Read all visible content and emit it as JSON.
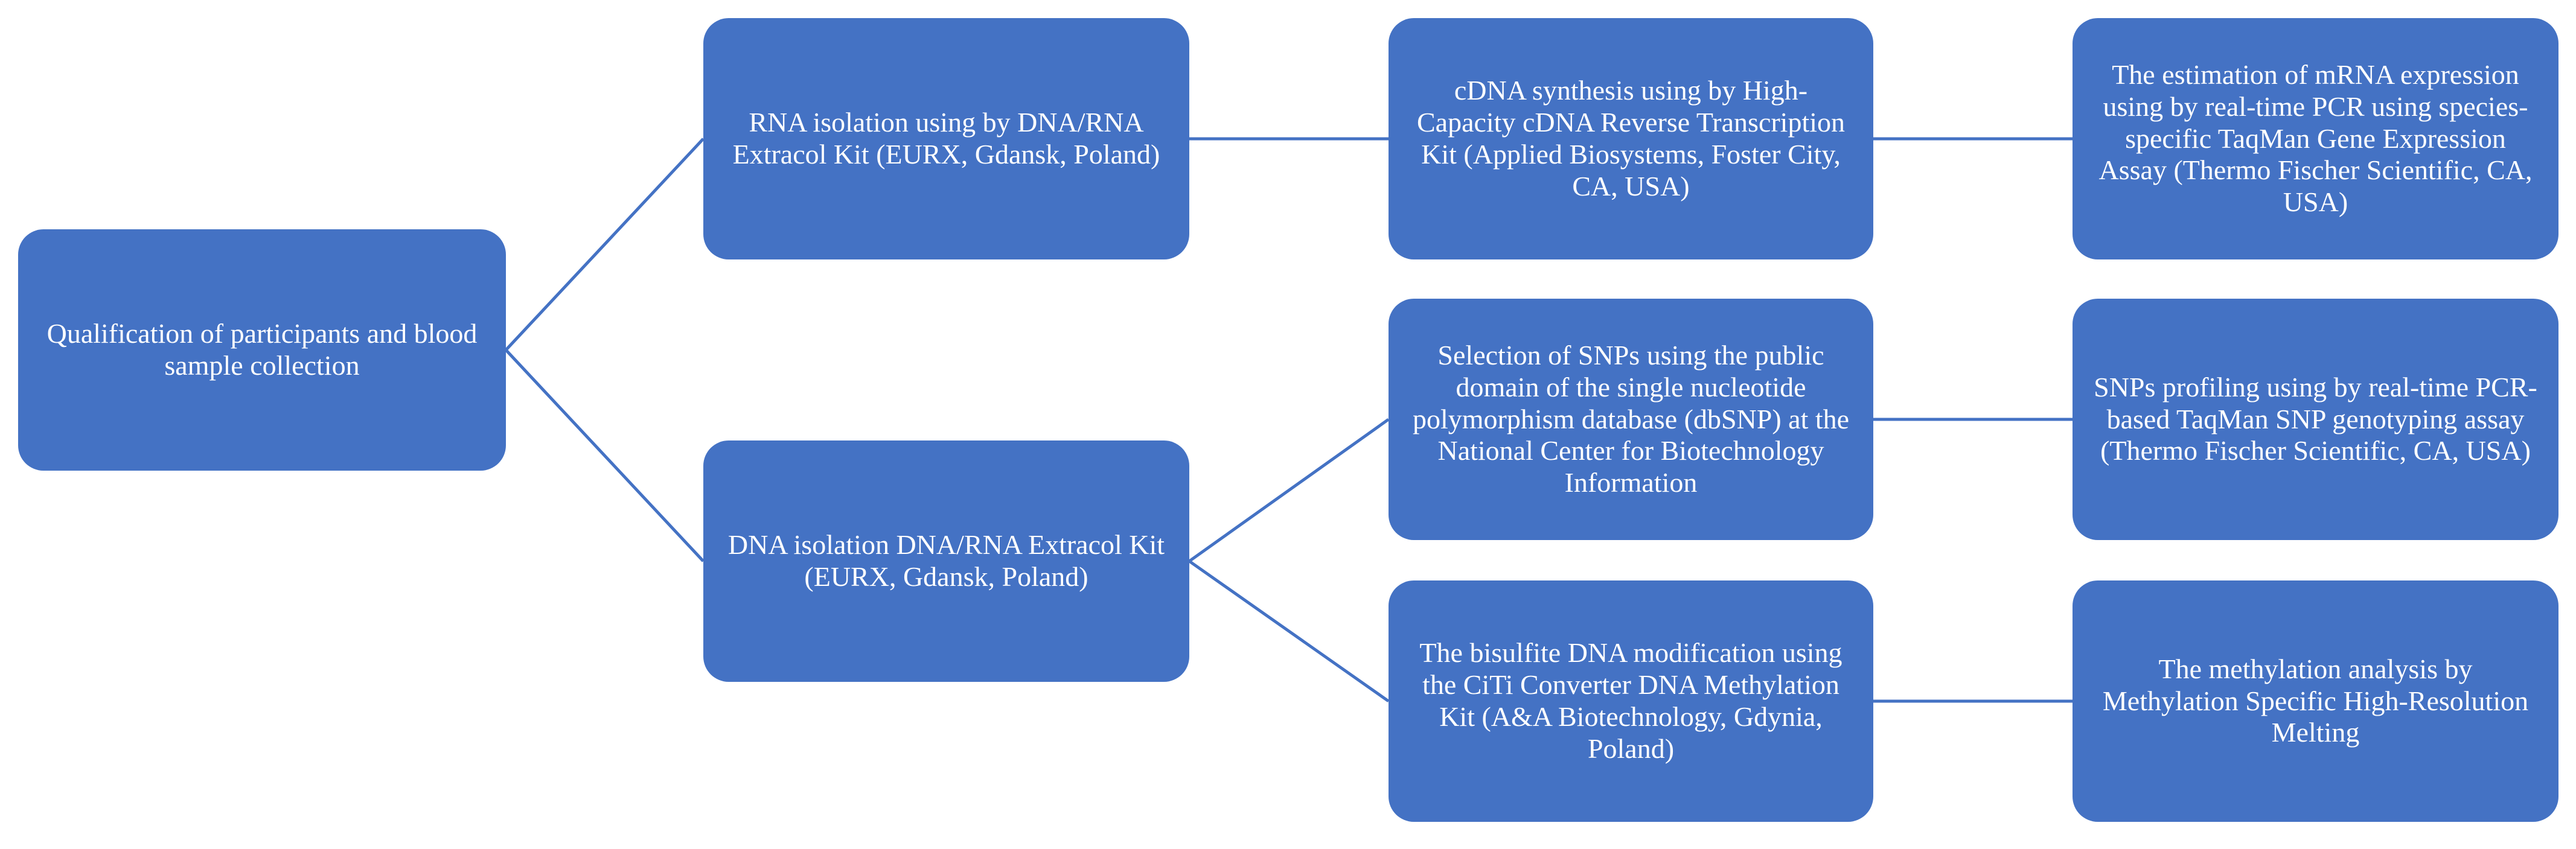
{
  "colors": {
    "node_fill": "#4472c4",
    "node_text": "#ffffff",
    "connector": "#4472c4",
    "background": "#ffffff"
  },
  "nodes": {
    "qualification": "Qualification of participants and blood sample collection",
    "rna_isolation": "RNA isolation using by DNA/RNA Extracol Kit (EURX, Gdansk, Poland)",
    "dna_isolation": "DNA isolation DNA/RNA Extracol Kit (EURX, Gdansk, Poland)",
    "cdna_synthesis": "cDNA synthesis using by High-Capacity cDNA Reverse Transcription Kit  (Applied Biosystems, Foster City, CA, USA)",
    "snp_selection": "Selection of SNPs using the public domain of the single nucleotide polymorphism database (dbSNP) at the National Center for Biotechnology Information",
    "bisulfite": "The bisulfite DNA modification using the CiTi Converter DNA Methylation Kit (A&A Biotechnology, Gdynia, Poland)",
    "mrna_expression": "The estimation of mRNA expression using by real-time PCR using species-specific TaqMan Gene Expression Assay  (Thermo Fischer Scientific, CA, USA)",
    "snp_profiling": "SNPs profiling using by real-time PCR-based TaqMan SNP genotyping assay (Thermo Fischer Scientific, CA, USA)",
    "methylation": "The methylation analysis by Methylation Specific High-Resolution Melting"
  }
}
